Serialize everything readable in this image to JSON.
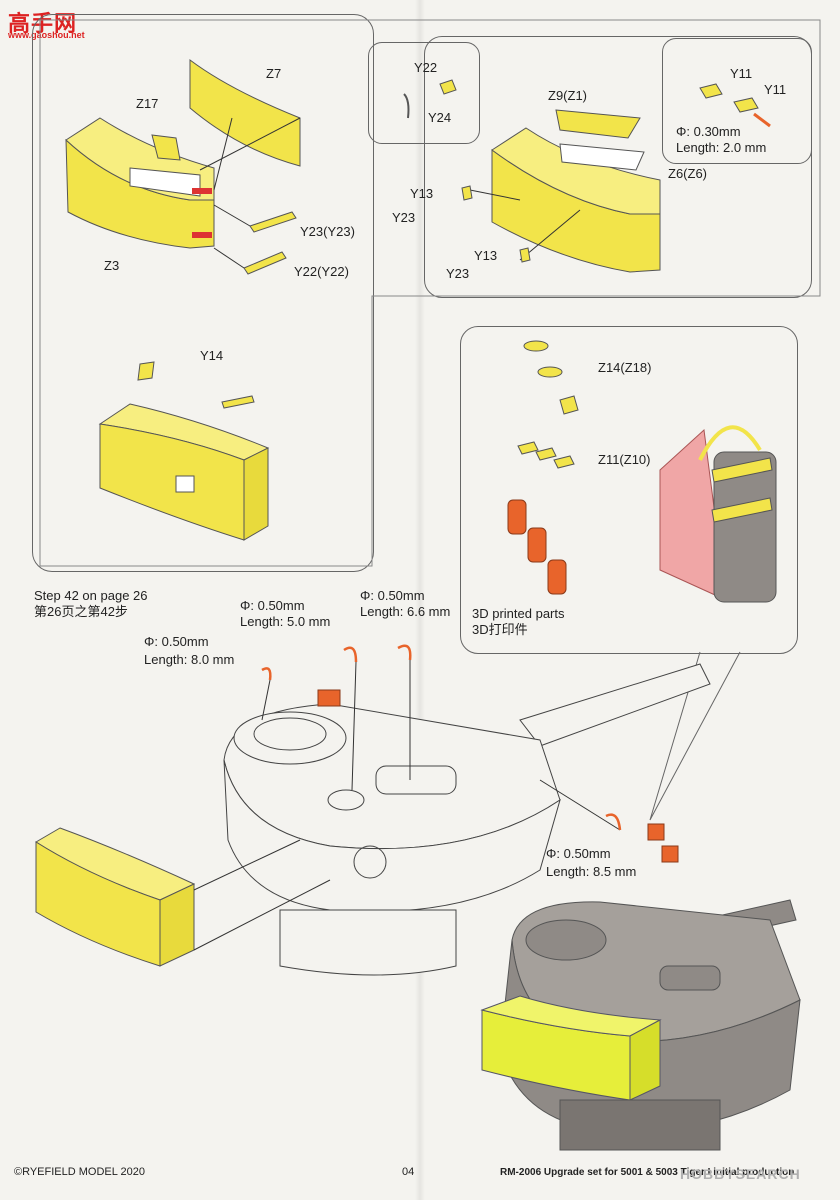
{
  "site_logo": {
    "text": "高手网",
    "url": "www.gaoshou.net"
  },
  "panels": {
    "top_left": {
      "labels": {
        "z17": "Z17",
        "z7": "Z7",
        "z3": "Z3",
        "y23": "Y23(Y23)",
        "y22": "Y22(Y22)"
      }
    },
    "top_right": {
      "labels": {
        "y22": "Y22",
        "y24": "Y24",
        "z9": "Z9(Z1)",
        "y11_a": "Y11",
        "y11_b": "Y11",
        "dim_phi": "Φ: 0.30mm",
        "dim_len": "Length: 2.0 mm",
        "z6": "Z6(Z6)",
        "y13_a": "Y13",
        "y23_a": "Y23",
        "y13_b": "Y13",
        "y23_b": "Y23"
      }
    },
    "middle_left": {
      "labels": {
        "y14": "Y14"
      }
    },
    "middle_right": {
      "labels": {
        "z14": "Z14(Z18)",
        "z11": "Z11(Z10)",
        "printed_en": "3D printed parts",
        "printed_cn": "3D打印件"
      }
    }
  },
  "main": {
    "step_ref_en": "Step 42 on page 26",
    "step_ref_cn": "第26页之第42步",
    "wires": [
      {
        "phi": "Φ: 0.50mm",
        "length": "Length: 8.0 mm"
      },
      {
        "phi": "Φ: 0.50mm",
        "length": "Length: 5.0 mm"
      },
      {
        "phi": "Φ: 0.50mm",
        "length": "Length: 6.6 mm"
      },
      {
        "phi": "Φ: 0.50mm",
        "length": "Length: 8.5 mm"
      }
    ]
  },
  "footer": {
    "copyright": "©RYEFIELD MODEL 2020",
    "page_number": "04",
    "product": "RM-2006 Upgrade set for 5001 & 5003 Tiger I initial production"
  },
  "watermark": "HOBBYSEARCH",
  "colors": {
    "yellow_part": "#f2e44a",
    "orange_part": "#e8642b",
    "pink_part": "#f0a6a6",
    "grey_render": "#8f8a86",
    "paper": "#f4f3ef"
  }
}
